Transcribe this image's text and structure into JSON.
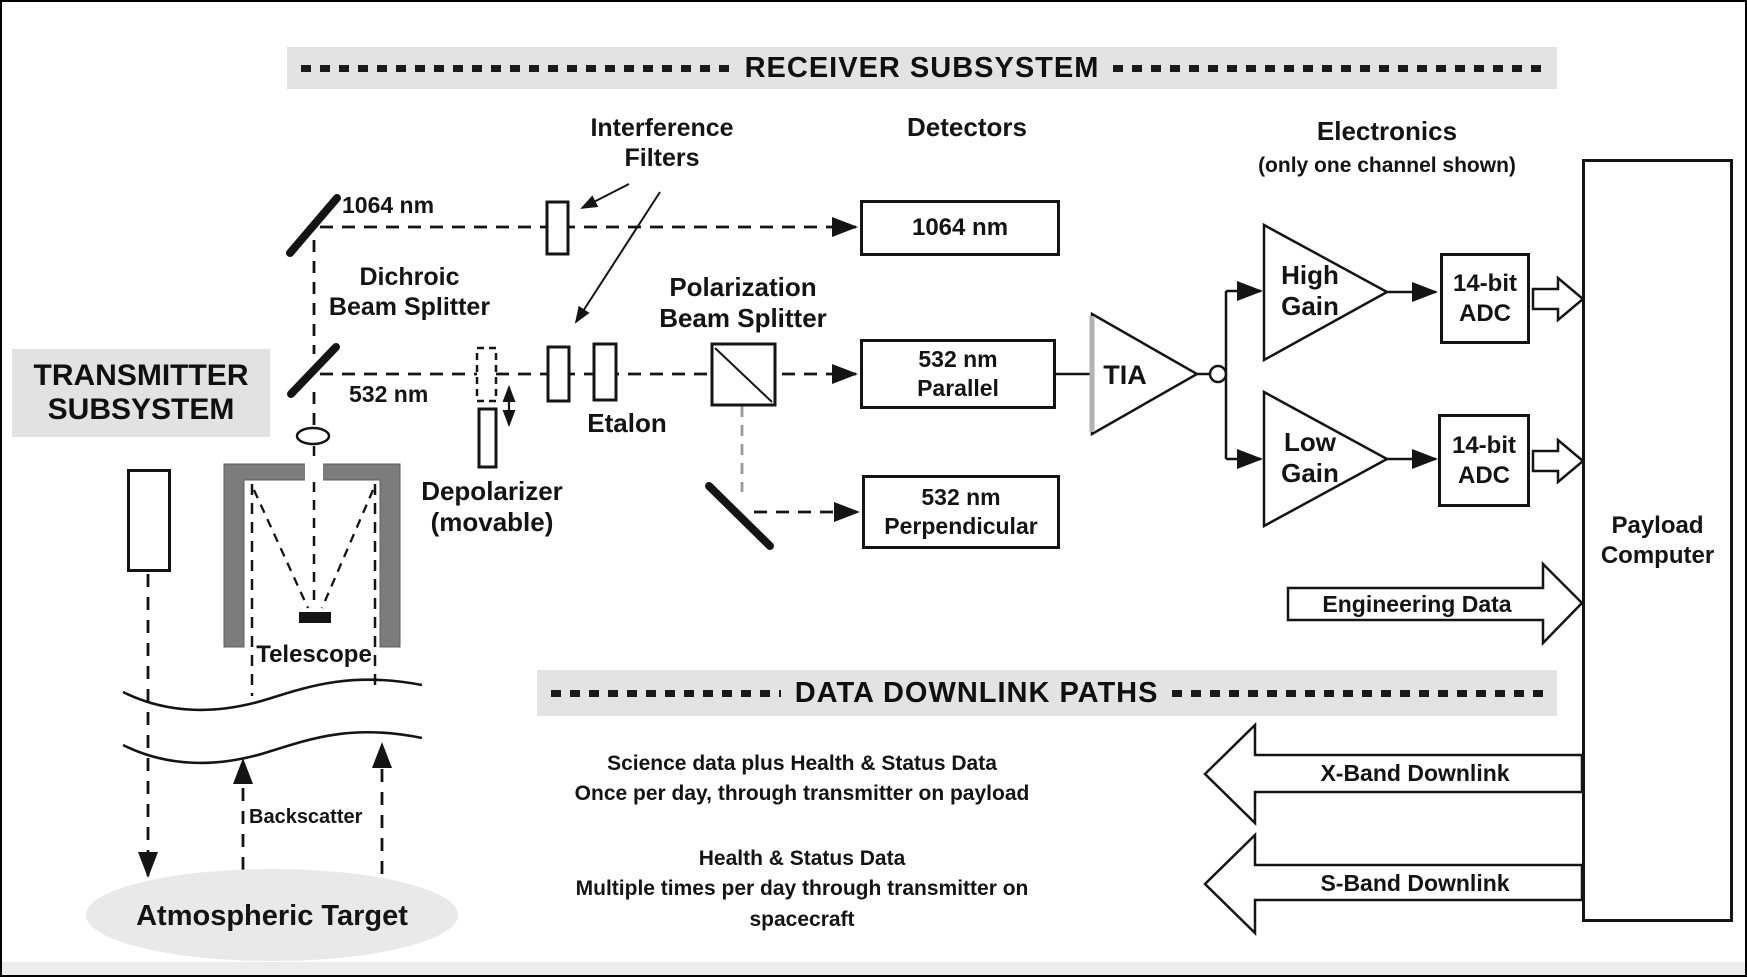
{
  "headers": {
    "receiver": "RECEIVER SUBSYSTEM",
    "downlink": "DATA DOWNLINK PATHS"
  },
  "transmitter": {
    "title": "TRANSMITTER\nSUBSYSTEM",
    "telescope": "Telescope",
    "backscatter": "Backscatter",
    "atmospheric_target": "Atmospheric Target"
  },
  "optics": {
    "wl1064": "1064 nm",
    "wl532": "532 nm",
    "interference_filters": "Interference\nFilters",
    "dichroic": "Dichroic\nBeam Splitter",
    "polarization": "Polarization\nBeam Splitter",
    "etalon": "Etalon",
    "depolarizer": "Depolarizer\n(movable)"
  },
  "receiver": {
    "detectors_heading": "Detectors"
  },
  "detectors": {
    "d1064": "1064 nm",
    "d532_parallel": "532 nm\nParallel",
    "d532_perpendicular": "532 nm\nPerpendicular"
  },
  "electronics": {
    "title": "Electronics",
    "subtitle": "(only one channel shown)",
    "tia": "TIA",
    "high_gain": "High\nGain",
    "low_gain": "Low\nGain",
    "adc": "14-bit\nADC"
  },
  "payload": {
    "title": "Payload\nComputer"
  },
  "downlink": {
    "engineering": "Engineering Data",
    "xband": "X-Band Downlink",
    "sband": "S-Band Downlink",
    "science_note": "Science data plus Health & Status Data\nOnce per day, through transmitter on payload",
    "health_note": "Health & Status Data\nMultiple times per day through transmitter on\nspacecraft"
  },
  "colors": {
    "ink": "#141414",
    "band_gray": "#e3e3e3",
    "structure_gray": "#7c7c7c",
    "target_gray": "#e9e9e9"
  }
}
